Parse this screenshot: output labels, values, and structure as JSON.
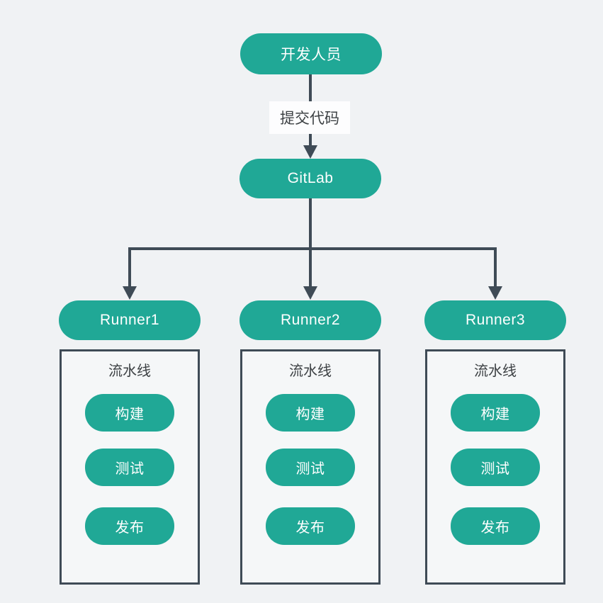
{
  "colors": {
    "background": "#f0f2f4",
    "node_fill": "#20a896",
    "node_text": "#ffffff",
    "line": "#3f4b56",
    "label_text": "#3d4144",
    "label_background": "#fdfdfe"
  },
  "nodes": {
    "developer": "开发人员",
    "gitlab": "GitLab"
  },
  "edge": {
    "commit_label": "提交代码"
  },
  "runners": [
    {
      "name": "Runner1",
      "pipeline_label": "流水线",
      "stages": [
        "构建",
        "测试",
        "发布"
      ]
    },
    {
      "name": "Runner2",
      "pipeline_label": "流水线",
      "stages": [
        "构建",
        "测试",
        "发布"
      ]
    },
    {
      "name": "Runner3",
      "pipeline_label": "流水线",
      "stages": [
        "构建",
        "测试",
        "发布"
      ]
    }
  ]
}
